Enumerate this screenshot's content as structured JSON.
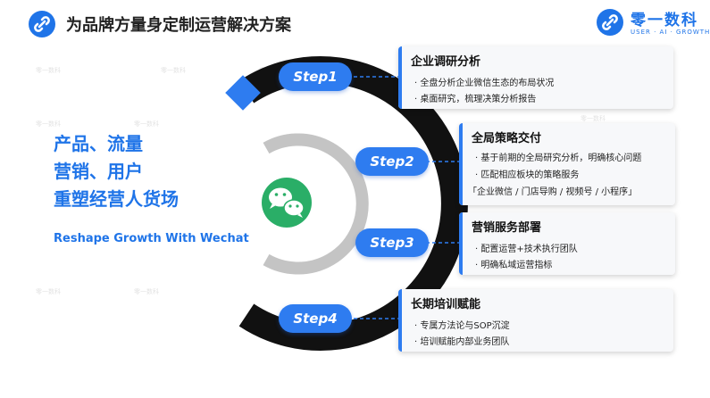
{
  "header": {
    "title": "为品牌方量身定制运营解决方案",
    "brand_name": "零一数科",
    "brand_sub": "USER · AI · GROWTH",
    "watermark": "零一数科"
  },
  "headline": {
    "lines": [
      "产品、流量",
      "营销、用户",
      "重塑经营人货场"
    ],
    "subline": "Reshape Growth With Wechat"
  },
  "steps": [
    {
      "label": "Step1",
      "title": "企业调研分析",
      "lines": [
        "· 全盘分析企业微信生态的布局状况",
        "· 桌面研究，梳理决策分析报告"
      ]
    },
    {
      "label": "Step2",
      "title": "全局策略交付",
      "lines": [
        "· 基于前期的全局研究分析，明确核心问题",
        "· 匹配相应板块的策略服务",
        "「企业微信 / 门店导购 / 视频号 / 小程序」"
      ]
    },
    {
      "label": "Step3",
      "title": "营销服务部署",
      "lines": [
        "· 配置运营+技术执行团队",
        "· 明确私域运营指标"
      ]
    },
    {
      "label": "Step4",
      "title": "长期培训赋能",
      "lines": [
        "· 专属方法论与SOP沉淀",
        "· 培训赋能内部业务团队"
      ]
    }
  ],
  "colors": {
    "accent": "#2e7cf0",
    "dark_arc": "#111111",
    "grey_arc": "#bfbfbf",
    "wechat_green": "#2aae67"
  },
  "icons": {
    "center": "wechat-icon",
    "logo": "link-icon"
  }
}
